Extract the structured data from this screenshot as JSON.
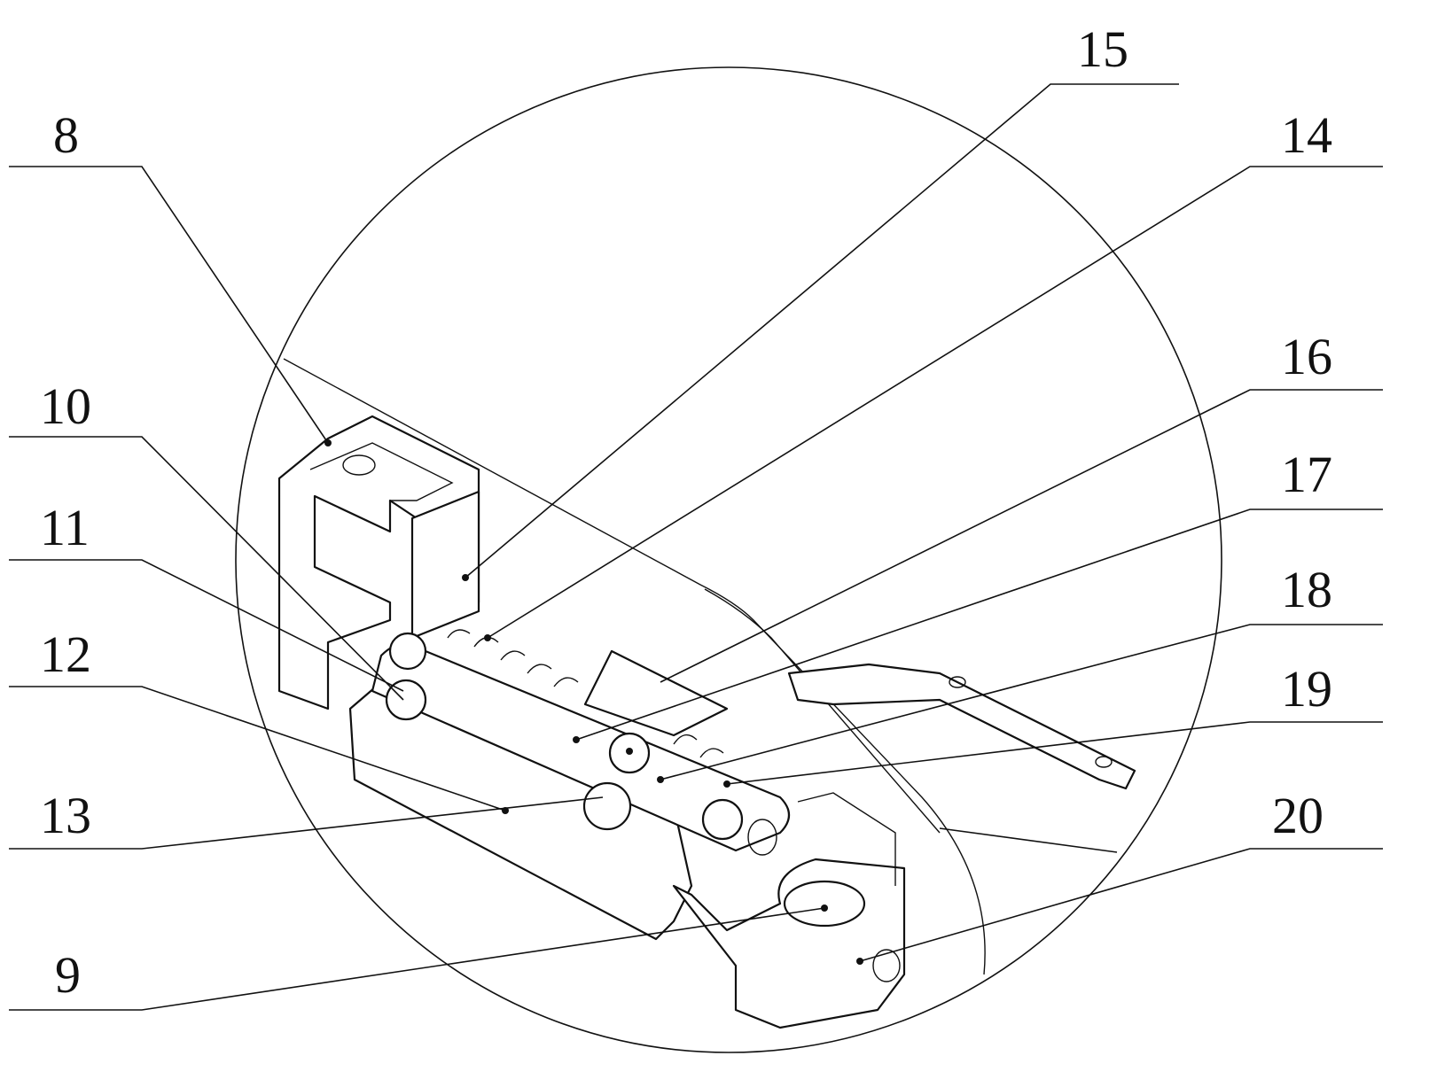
{
  "figure": {
    "labels": {
      "l8": "8",
      "l9": "9",
      "l10": "10",
      "l11": "11",
      "l12": "12",
      "l13": "13",
      "l14": "14",
      "l15": "15",
      "l16": "16",
      "l17": "17",
      "l18": "18",
      "l19": "19",
      "l20": "20"
    }
  }
}
